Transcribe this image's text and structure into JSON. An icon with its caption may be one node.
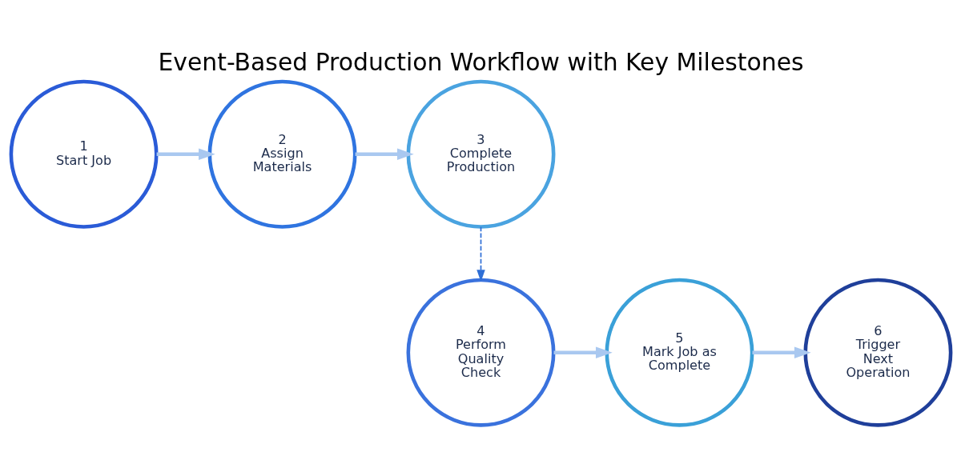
{
  "diagram": {
    "title": "Event-Based Production Workflow with Key Milestones",
    "nodes": [
      {
        "text": [
          "1",
          "Start Job"
        ]
      },
      {
        "text": [
          "2",
          "Assign Materials"
        ]
      },
      {
        "text": [
          "3",
          "Complete Production"
        ]
      },
      {
        "text": [
          "4",
          "Perform Quality Check"
        ]
      },
      {
        "text": [
          "5",
          "Mark Job as Complete"
        ]
      },
      {
        "text": [
          "6",
          "Trigger Next Operation"
        ]
      }
    ],
    "edges": [
      {
        "from": 0,
        "to": 1,
        "arrow": "to"
      },
      {
        "from": 1,
        "to": 2,
        "arrow": "to"
      },
      {
        "from": 2,
        "to": 3,
        "arrow": "to",
        "style": "dashed",
        "color": "#2f6fd6"
      },
      {
        "from": 3,
        "to": 4,
        "arrow": "to"
      },
      {
        "from": 4,
        "to": 5,
        "arrow": "to"
      }
    ]
  }
}
